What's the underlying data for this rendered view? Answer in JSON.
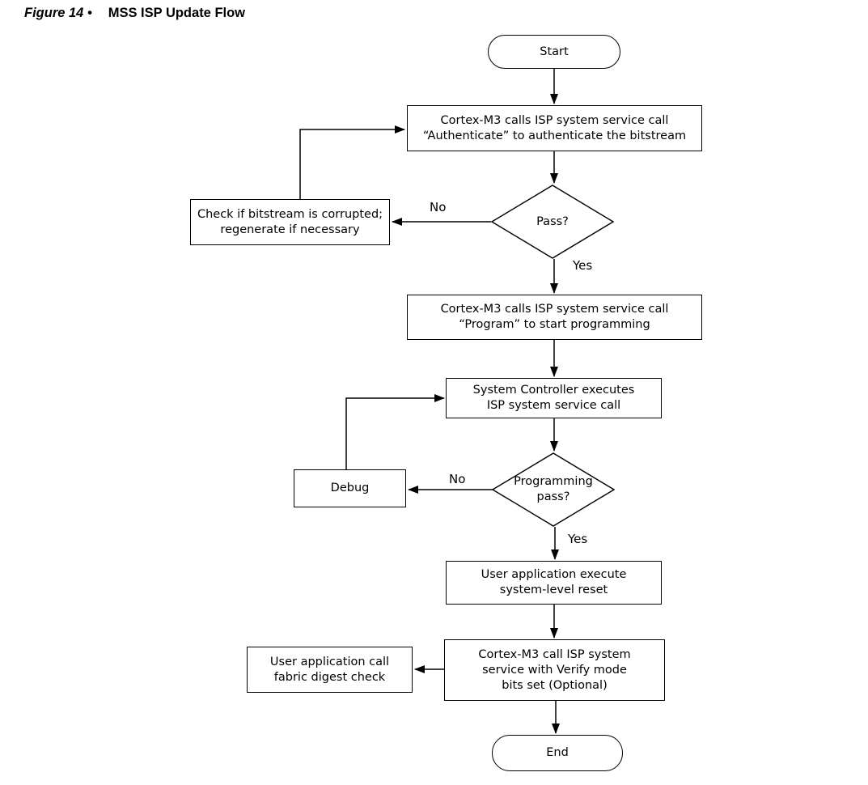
{
  "title": {
    "figure_label": "Figure 14 •",
    "figure_title": "MSS ISP Update Flow"
  },
  "colors": {
    "line": "#000000",
    "node_fill": "#ffffff",
    "text": "#000000",
    "background": "#ffffff"
  },
  "nodes": {
    "start": {
      "type": "terminator",
      "label": "Start"
    },
    "authenticate": {
      "type": "process",
      "label": "Cortex-M3 calls ISP system service call\n“Authenticate” to authenticate the bitstream"
    },
    "pass_decision": {
      "type": "decision",
      "label": "Pass?"
    },
    "check_bitstream": {
      "type": "process",
      "label": "Check if bitstream is corrupted;\nregenerate if necessary"
    },
    "program": {
      "type": "process",
      "label": "Cortex-M3 calls ISP system service call\n“Program” to start programming"
    },
    "system_controller": {
      "type": "process",
      "label": "System Controller executes\nISP system service call"
    },
    "programming_pass_decision": {
      "type": "decision",
      "label": "Programming\npass?"
    },
    "debug": {
      "type": "process",
      "label": "Debug"
    },
    "system_reset": {
      "type": "process",
      "label": "User application execute\nsystem-level reset"
    },
    "verify": {
      "type": "process",
      "label": "Cortex-M3 call ISP system\nservice with Verify mode\nbits set (Optional)"
    },
    "fabric_digest": {
      "type": "process",
      "label": "User application call\nfabric digest check"
    },
    "end": {
      "type": "terminator",
      "label": "End"
    }
  },
  "edge_labels": {
    "no_pass": "No",
    "yes_pass": "Yes",
    "no_programming": "No",
    "yes_programming": "Yes"
  }
}
